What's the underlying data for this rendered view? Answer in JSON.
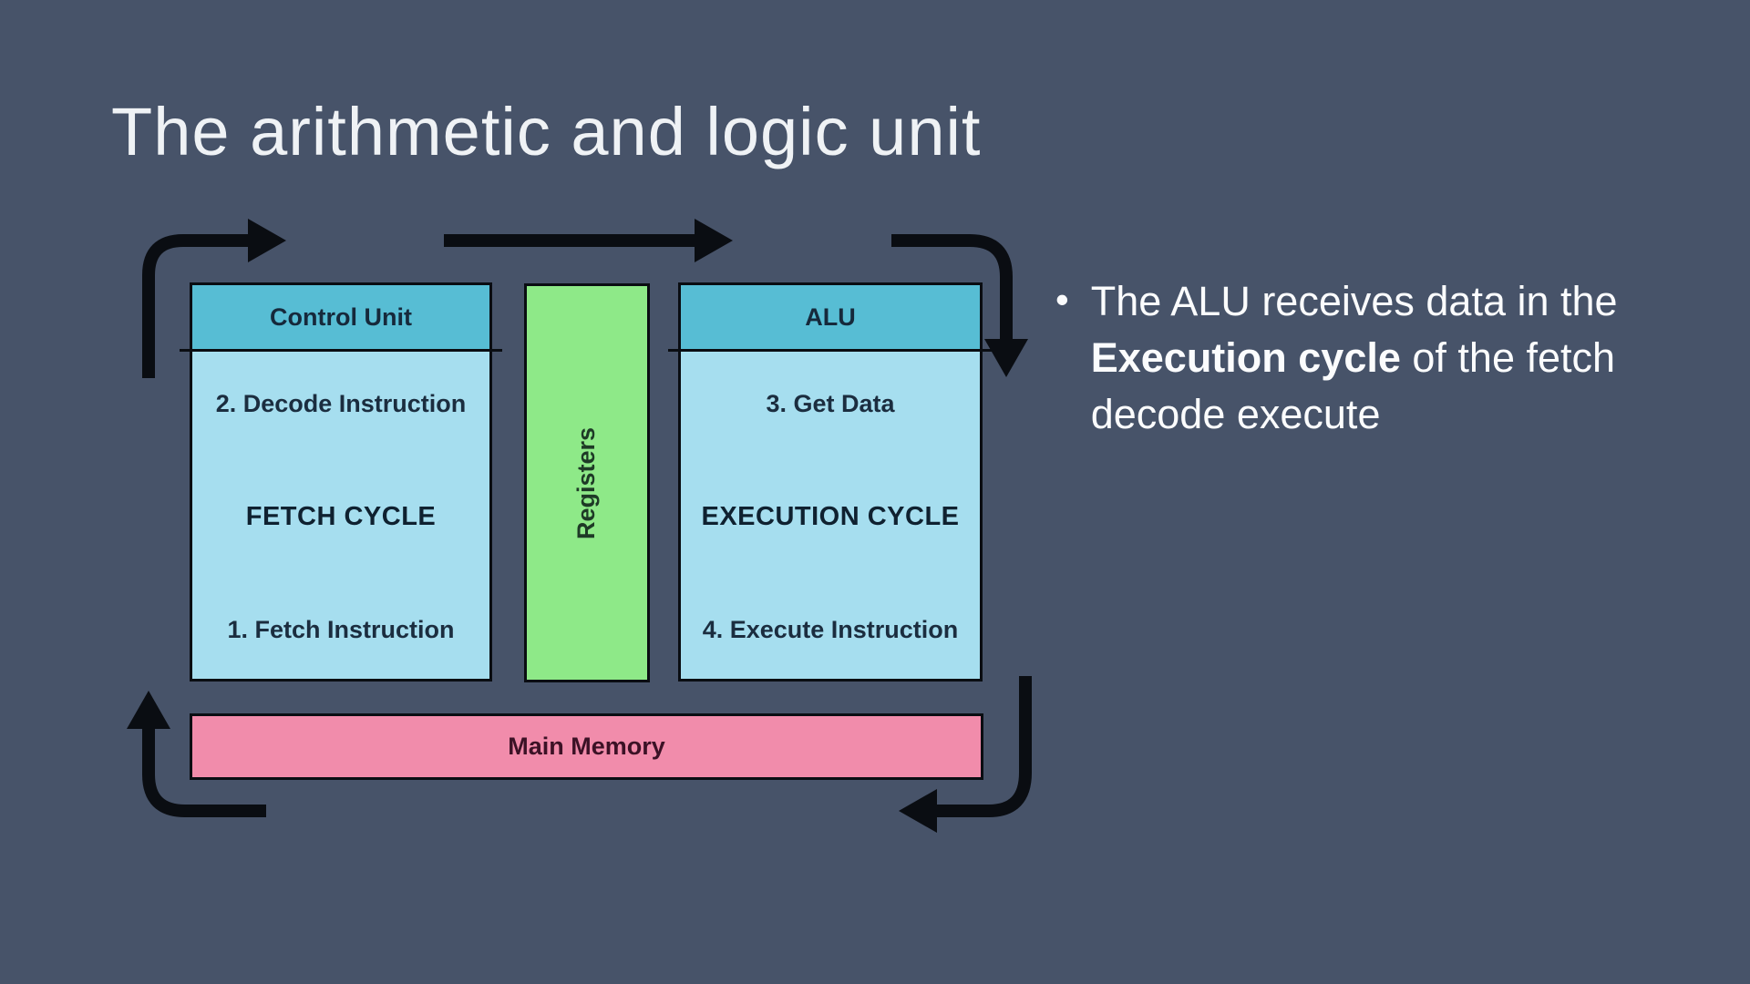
{
  "slide": {
    "title": "The arithmetic and logic unit",
    "bullet": {
      "marker": "•",
      "segments": [
        {
          "text": "The ALU receives data in the ",
          "bold": false
        },
        {
          "text": "Execution cycle",
          "bold": true
        },
        {
          "text": " of the fetch decode execute",
          "bold": false
        }
      ]
    }
  },
  "diagram": {
    "control_unit": {
      "header_label": "Control Unit",
      "step_top": "2. Decode Instruction",
      "cycle_label": "FETCH CYCLE",
      "step_bottom": "1. Fetch Instruction"
    },
    "registers": {
      "label": "Registers"
    },
    "alu": {
      "header_label": "ALU",
      "step_top": "3. Get Data",
      "cycle_label": "EXECUTION CYCLE",
      "step_bottom": "4. Execute Instruction"
    },
    "main_memory": {
      "label": "Main Memory"
    },
    "colors": {
      "background": "#475369",
      "panel_header_fill": "#57BDD4",
      "panel_body_fill": "#A6DEEF",
      "registers_fill": "#8EE988",
      "memory_fill": "#F18CAB",
      "border_and_arrows": "#0A0D12",
      "title_text": "#EFF2F5",
      "bullet_text": "#FBFCFD"
    }
  }
}
